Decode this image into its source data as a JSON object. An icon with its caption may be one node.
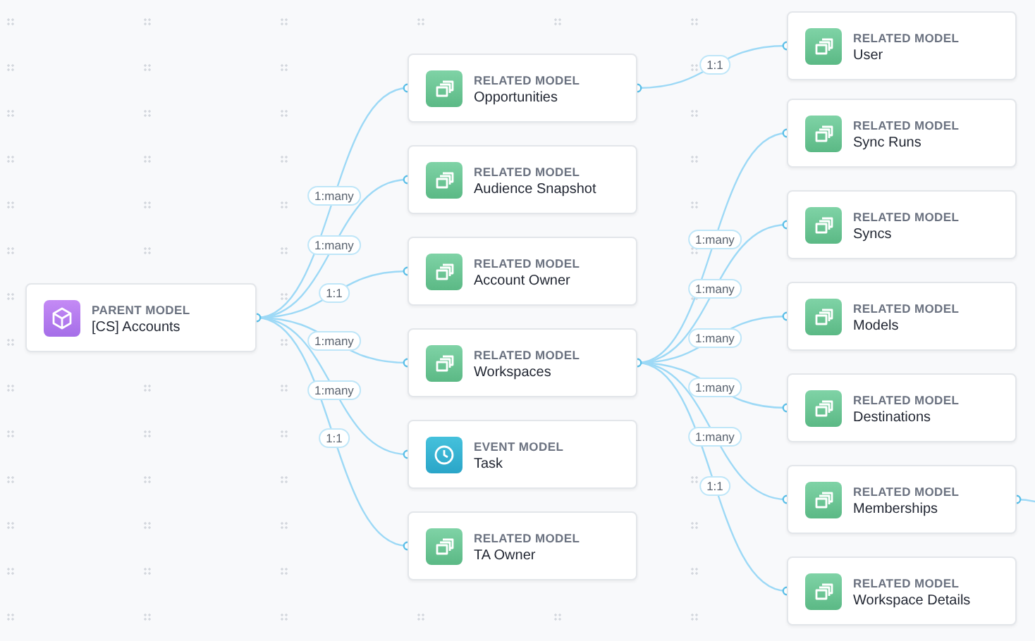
{
  "diagram": {
    "nodes": [
      {
        "text": [
          "PARENT MODEL",
          "[CS] Accounts"
        ]
      },
      {
        "text": [
          "RELATED MODEL",
          "Opportunities"
        ]
      },
      {
        "text": [
          "RELATED MODEL",
          "Audience Snapshot"
        ]
      },
      {
        "text": [
          "RELATED MODEL",
          "Account Owner"
        ]
      },
      {
        "text": [
          "RELATED MODEL",
          "Workspaces"
        ]
      },
      {
        "text": [
          "EVENT MODEL",
          "Task"
        ]
      },
      {
        "text": [
          "RELATED MODEL",
          "TA Owner"
        ]
      },
      {
        "text": [
          "RELATED MODEL",
          "User"
        ]
      },
      {
        "text": [
          "RELATED MODEL",
          "Sync Runs"
        ]
      },
      {
        "text": [
          "RELATED MODEL",
          "Syncs"
        ]
      },
      {
        "text": [
          "RELATED MODEL",
          "Models"
        ]
      },
      {
        "text": [
          "RELATED MODEL",
          "Destinations"
        ]
      },
      {
        "text": [
          "RELATED MODEL",
          "Memberships"
        ]
      },
      {
        "text": [
          "RELATED MODEL",
          "Workspace Details"
        ]
      }
    ],
    "edges": [
      {
        "from": 0,
        "to": 1,
        "arrow": "none",
        "label": "1:many"
      },
      {
        "from": 0,
        "to": 2,
        "arrow": "none",
        "label": "1:many"
      },
      {
        "from": 0,
        "to": 3,
        "arrow": "none",
        "label": "1:1"
      },
      {
        "from": 0,
        "to": 4,
        "arrow": "none",
        "label": "1:many"
      },
      {
        "from": 0,
        "to": 5,
        "arrow": "none",
        "label": "1:many"
      },
      {
        "from": 0,
        "to": 6,
        "arrow": "none",
        "label": "1:1"
      },
      {
        "from": 1,
        "to": 7,
        "arrow": "none",
        "label": "1:1"
      },
      {
        "from": 4,
        "to": 8,
        "arrow": "none",
        "label": "1:many"
      },
      {
        "from": 4,
        "to": 9,
        "arrow": "none",
        "label": "1:many"
      },
      {
        "from": 4,
        "to": 10,
        "arrow": "none",
        "label": "1:many"
      },
      {
        "from": 4,
        "to": 11,
        "arrow": "none",
        "label": "1:many"
      },
      {
        "from": 4,
        "to": 12,
        "arrow": "none",
        "label": "1:many"
      },
      {
        "from": 4,
        "to": 13,
        "arrow": "none",
        "label": "1:1"
      },
      {
        "from": 12,
        "to": null,
        "arrow": "none"
      }
    ]
  }
}
